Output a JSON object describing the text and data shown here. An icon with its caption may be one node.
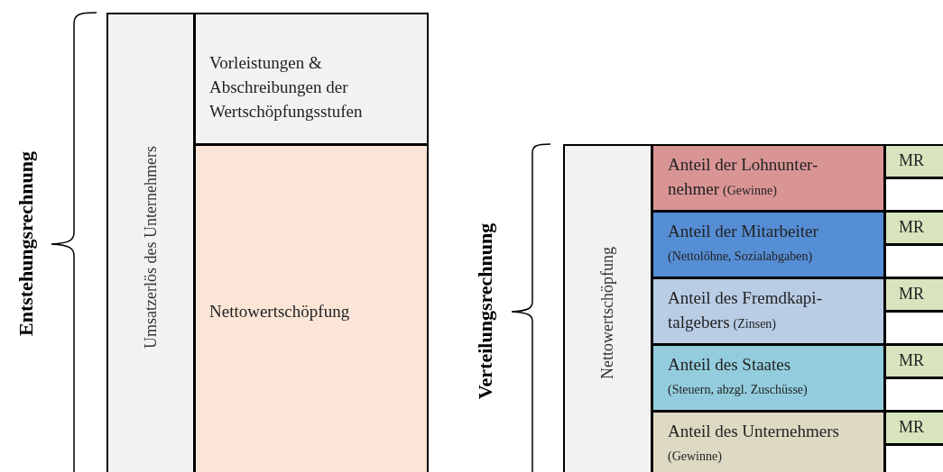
{
  "diagram": {
    "nodes": [
      {
        "text": [
          "Umsatzerlös des Unternehmers"
        ]
      },
      {
        "text": [
          "Vorleistungen & Abschreibungen der Wertschöpfungsstufen"
        ]
      },
      {
        "text": [
          "Nettowertschöpfung"
        ]
      },
      {
        "text": [
          "Nettowertschöpfung"
        ]
      },
      {
        "text": [
          "Anteil der Lohnunter- nehmer",
          "(Gewinne)"
        ]
      },
      {
        "text": [
          "MR"
        ]
      },
      {
        "text": [],
        "shape": "box"
      },
      {
        "text": [
          "Anteil der Mitarbeiter",
          "(Nettolöhne, Sozialabgaben)"
        ]
      },
      {
        "text": [
          "MR"
        ]
      },
      {
        "text": [],
        "shape": "box"
      },
      {
        "text": [
          "Anteil des Fremdkapi- talgebers",
          "(Zinsen)"
        ]
      },
      {
        "text": [
          "MR"
        ]
      },
      {
        "text": [],
        "shape": "box"
      },
      {
        "text": [
          "Anteil des Staates",
          "(Steuern, abzgl. Zuschüsse)"
        ]
      },
      {
        "text": [
          "MR"
        ]
      },
      {
        "text": [],
        "shape": "box"
      },
      {
        "text": [
          "Anteil des Unternehmers",
          "(Gewinne)"
        ]
      },
      {
        "text": [
          "MR"
        ]
      },
      {
        "text": [],
        "shape": "box"
      }
    ],
    "labels": [
      "Entstehungsrechnung",
      "Verteilungsrechnung"
    ]
  }
}
